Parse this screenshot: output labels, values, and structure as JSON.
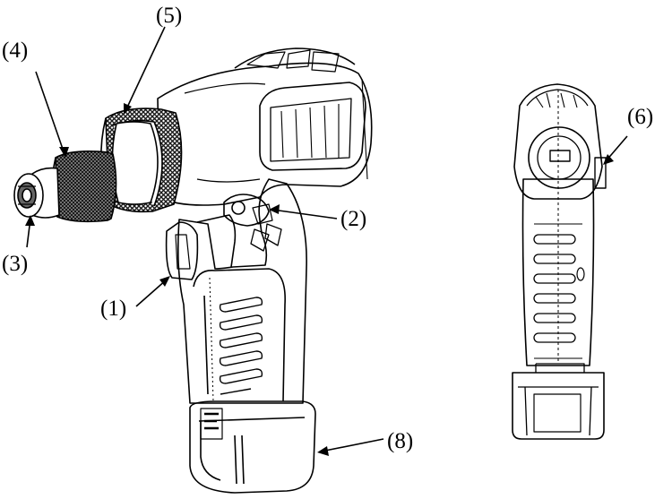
{
  "callouts": {
    "c1": "(1)",
    "c2": "(2)",
    "c3": "(3)",
    "c4": "(4)",
    "c5": "(5)",
    "c6": "(6)",
    "c8": "(8)"
  },
  "colors": {
    "line": "#000000",
    "knurl": "#1a1a1a",
    "background": "#ffffff"
  }
}
